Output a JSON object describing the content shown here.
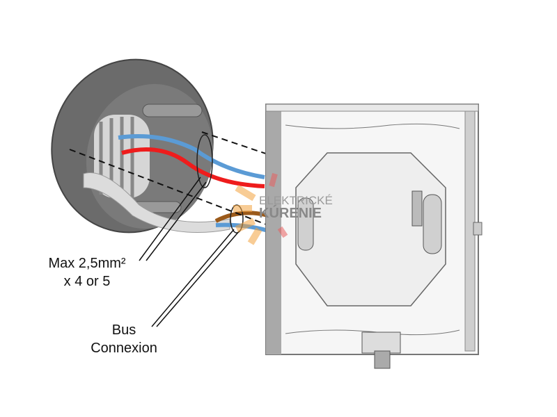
{
  "labels": {
    "cable_line1": "Max 2,5mm²",
    "cable_line2": "x 4 or 5",
    "bus_line1": "Bus",
    "bus_line2": "Connexion"
  },
  "watermark": {
    "line1": "ELEKTRICKÉ",
    "line2": "KÚRENIE"
  },
  "colors": {
    "blue_wire": "#5b9bd5",
    "red_wire": "#ee1c1c",
    "brown_wire": "#9b5a1a",
    "box": "#6e6e6e",
    "plate": "#f2f2f2"
  }
}
